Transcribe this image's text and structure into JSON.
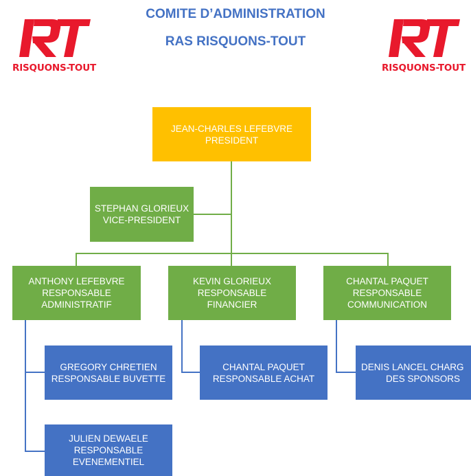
{
  "header": {
    "title_line1": "COMITE D’ADMINISTRATION",
    "title_line2": "RAS RISQUONS-TOUT"
  },
  "logo": {
    "mark": "RT",
    "word": "RISQUONS-TOUT",
    "color": "#e8192c"
  },
  "colors": {
    "yellow": "#ffc000",
    "green": "#70ad47",
    "blue": "#4472c4"
  },
  "org": {
    "president": {
      "name": "JEAN-CHARLES LEFEBVRE",
      "role": "PRESIDENT"
    },
    "vice": {
      "name": "STEPHAN GLORIEUX",
      "role": "VICE-PRESIDENT"
    },
    "admin": {
      "name": "ANTHONY LEFEBVRE",
      "role1": "RESPONSABLE",
      "role2": "ADMINISTRATIF"
    },
    "finance": {
      "name": "KEVIN GLORIEUX",
      "role1": "RESPONSABLE",
      "role2": "FINANCIER"
    },
    "comm": {
      "name": "CHANTAL PAQUET",
      "role1": "RESPONSABLE",
      "role2": "COMMUNICATION"
    },
    "buvette": {
      "name": "GREGORY CHRETIEN",
      "role": "RESPONSABLE BUVETTE"
    },
    "event": {
      "name": "JULIEN DEWAELE",
      "role1": "RESPONSABLE",
      "role2": "EVENEMENTIEL"
    },
    "achat": {
      "name": "CHANTAL PAQUET",
      "role": "RESPONSABLE ACHAT"
    },
    "sponsors": {
      "line1": "DENIS LANCEL CHARG",
      "line2": "DES SPONSORS"
    }
  }
}
